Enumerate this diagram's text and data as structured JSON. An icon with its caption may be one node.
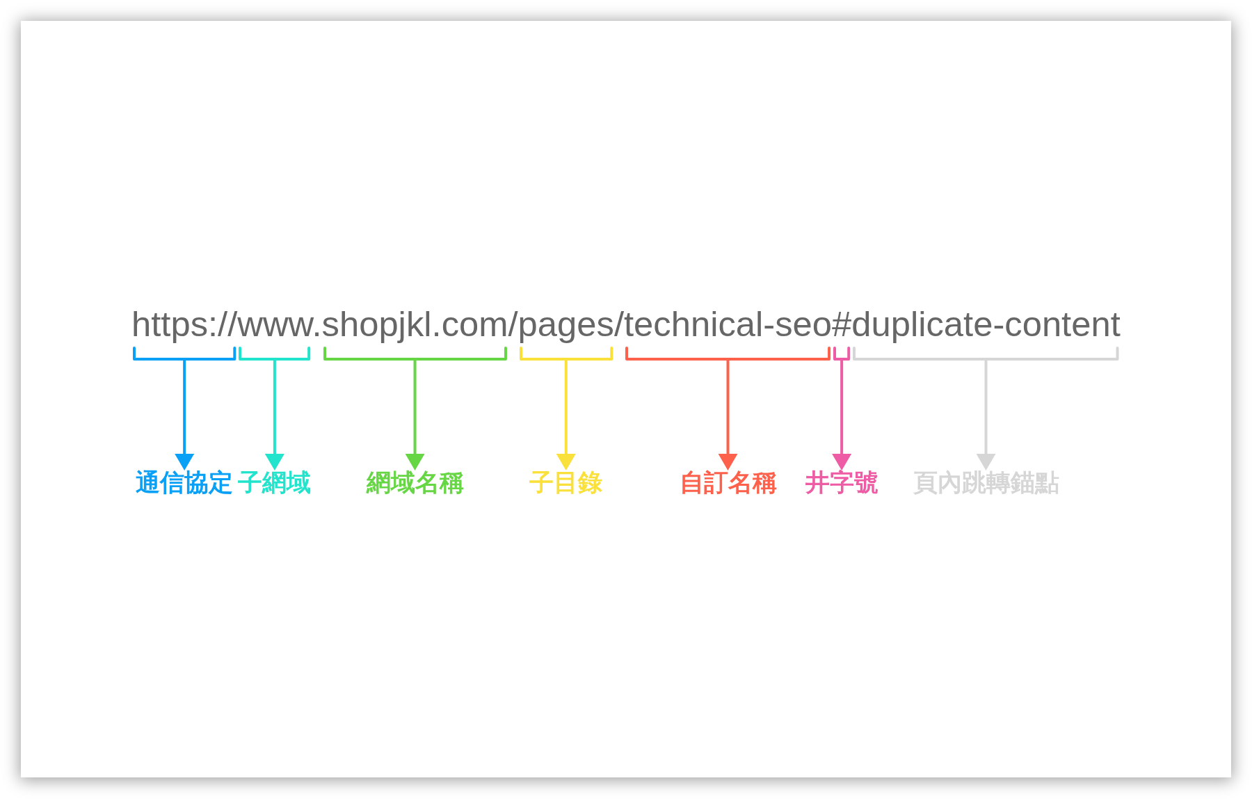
{
  "diagram": {
    "nodes": [
      {
        "text": [],
        "shape": "bracket"
      },
      {
        "text": [],
        "shape": "bracket"
      },
      {
        "text": [],
        "shape": "bracket"
      },
      {
        "text": [],
        "shape": "bracket"
      },
      {
        "text": [],
        "shape": "bracket"
      },
      {
        "text": [],
        "shape": "bracket"
      },
      {
        "text": [],
        "shape": "bracket"
      },
      {
        "text": [
          "通信協定"
        ]
      },
      {
        "text": [
          "子網域"
        ]
      },
      {
        "text": [
          "網域名稱"
        ]
      },
      {
        "text": [
          "子目錄"
        ]
      },
      {
        "text": [
          "自訂名稱"
        ]
      },
      {
        "text": [
          "井字號"
        ]
      },
      {
        "text": [
          "頁內跳轉錨點"
        ]
      }
    ],
    "edges": [
      {
        "from": 0,
        "to": 7,
        "arrow": "to",
        "color": "#0aa0f5"
      },
      {
        "from": 1,
        "to": 8,
        "arrow": "to",
        "color": "#22e3cc"
      },
      {
        "from": 2,
        "to": 9,
        "arrow": "to",
        "color": "#66d645"
      },
      {
        "from": 3,
        "to": 10,
        "arrow": "to",
        "color": "#fae03a"
      },
      {
        "from": 4,
        "to": 11,
        "arrow": "to",
        "color": "#fe614b"
      },
      {
        "from": 5,
        "to": 12,
        "arrow": "to",
        "color": "#ef5ca6"
      },
      {
        "from": 6,
        "to": 13,
        "arrow": "to",
        "color": "#d6d6d6"
      }
    ],
    "labels": [
      "https://www.shopjkl.com/pages/technical-seo#duplicate-content"
    ]
  }
}
